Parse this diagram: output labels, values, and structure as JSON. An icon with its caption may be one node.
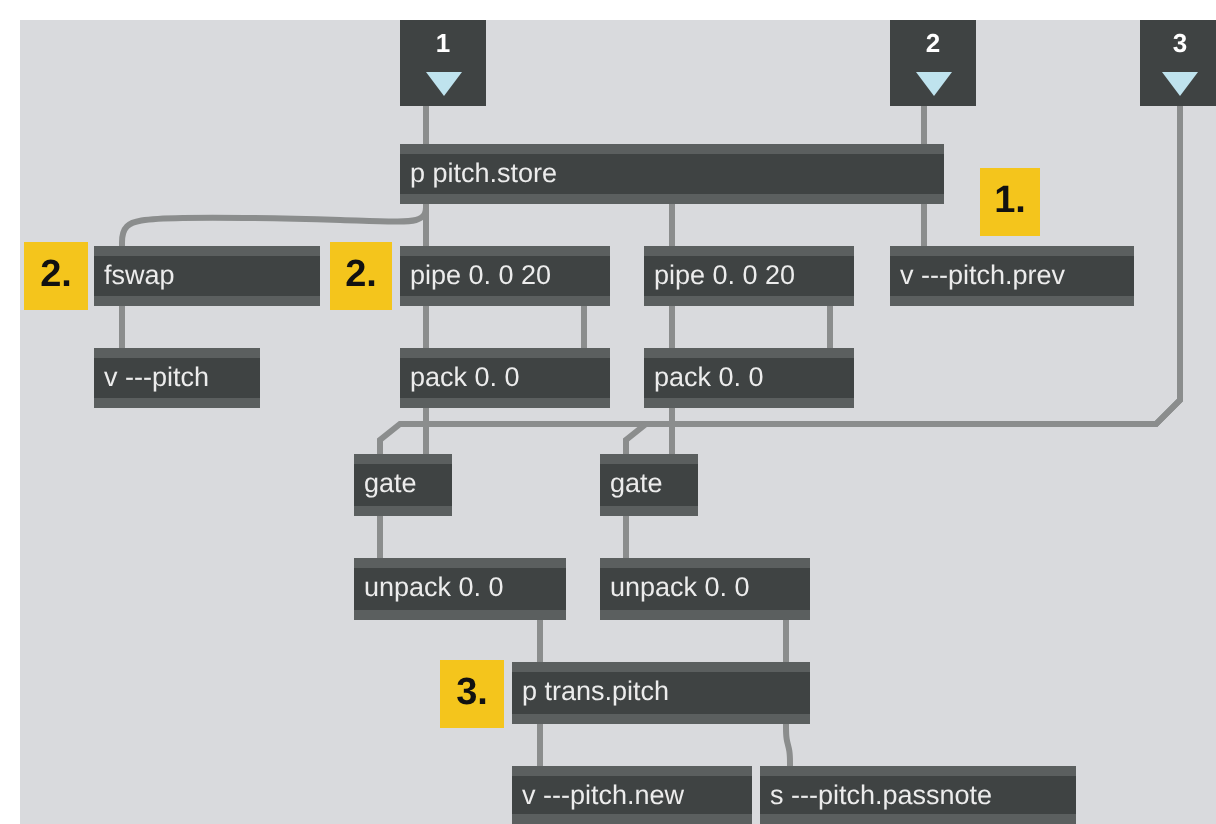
{
  "diagram": {
    "nodes": [
      {
        "text": [
          "1"
        ]
      },
      {
        "text": [
          "2"
        ]
      },
      {
        "text": [
          "3"
        ]
      },
      {
        "text": [
          "p pitch.store"
        ]
      },
      {
        "text": [
          "fswap"
        ]
      },
      {
        "text": [
          "pipe 0. 0 20"
        ]
      },
      {
        "text": [
          "pipe 0. 0 20"
        ]
      },
      {
        "text": [
          "v ---pitch.prev"
        ]
      },
      {
        "text": [
          "v ---pitch"
        ]
      },
      {
        "text": [
          "pack 0. 0"
        ]
      },
      {
        "text": [
          "pack 0. 0"
        ]
      },
      {
        "text": [
          "gate"
        ]
      },
      {
        "text": [
          "gate"
        ]
      },
      {
        "text": [
          "unpack 0. 0"
        ]
      },
      {
        "text": [
          "unpack 0. 0"
        ]
      },
      {
        "text": [
          "p trans.pitch"
        ]
      },
      {
        "text": [
          "v ---pitch.new"
        ]
      },
      {
        "text": [
          "s ---pitch.passnote"
        ]
      }
    ],
    "edges": [
      {
        "from": 0,
        "to": 3,
        "arrow": "none"
      },
      {
        "from": 1,
        "to": 3,
        "arrow": "none"
      },
      {
        "from": 3,
        "to": 4,
        "arrow": "none"
      },
      {
        "from": 3,
        "to": 5,
        "arrow": "none"
      },
      {
        "from": 3,
        "to": 6,
        "arrow": "none"
      },
      {
        "from": 3,
        "to": 7,
        "arrow": "none"
      },
      {
        "from": 4,
        "to": 8,
        "arrow": "none"
      },
      {
        "from": 5,
        "to": 9,
        "arrow": "none"
      },
      {
        "from": 5,
        "to": 9,
        "arrow": "none"
      },
      {
        "from": 6,
        "to": 10,
        "arrow": "none"
      },
      {
        "from": 6,
        "to": 10,
        "arrow": "none"
      },
      {
        "from": 9,
        "to": 11,
        "arrow": "none"
      },
      {
        "from": 10,
        "to": 12,
        "arrow": "none"
      },
      {
        "from": 2,
        "to": 11,
        "arrow": "none"
      },
      {
        "from": 2,
        "to": 12,
        "arrow": "none"
      },
      {
        "from": 11,
        "to": 13,
        "arrow": "none"
      },
      {
        "from": 12,
        "to": 14,
        "arrow": "none"
      },
      {
        "from": 13,
        "to": 15,
        "arrow": "none"
      },
      {
        "from": 14,
        "to": 15,
        "arrow": "none"
      },
      {
        "from": 15,
        "to": 16,
        "arrow": "none"
      },
      {
        "from": 15,
        "to": 17,
        "arrow": "none"
      }
    ],
    "labels": [
      "1.",
      "2.",
      "2.",
      "3."
    ]
  }
}
